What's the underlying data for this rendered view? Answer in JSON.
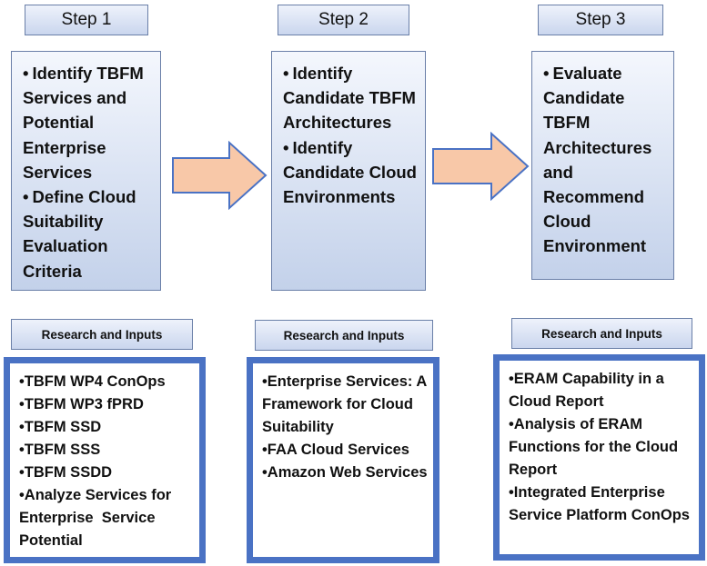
{
  "steps": [
    {
      "label": "Step 1",
      "items": [
        "Identify TBFM Services and Potential Enterprise Services",
        "Define Cloud Suitability Evaluation Criteria"
      ]
    },
    {
      "label": "Step 2",
      "items": [
        "Identify Candidate TBFM Architectures",
        "Identify Candidate Cloud Environments"
      ]
    },
    {
      "label": "Step 3",
      "items": [
        "Evaluate Candidate TBFM Architectures and Recommend Cloud Environment"
      ]
    }
  ],
  "research": [
    {
      "label": "Research and Inputs",
      "items": [
        "TBFM WP4 ConOps",
        "TBFM WP3 fPRD",
        "TBFM SSD",
        "TBFM SSS",
        "TBFM SSDD",
        "Analyze Services for Enterprise  Service Potential"
      ]
    },
    {
      "label": "Research and Inputs",
      "items": [
        "Enterprise Services: A Framework for Cloud Suitability",
        "FAA Cloud Services",
        "Amazon Web Services"
      ]
    },
    {
      "label": "Research and Inputs",
      "items": [
        "ERAM Capability in a Cloud Report",
        "Analysis of ERAM Functions for the Cloud Report",
        "Integrated Enterprise Service Platform ConOps"
      ]
    }
  ],
  "bullet": "•",
  "colors": {
    "box_border": "#4a72c4",
    "arrow_fill": "#f8c8a8",
    "arrow_stroke": "#4a72c4"
  }
}
